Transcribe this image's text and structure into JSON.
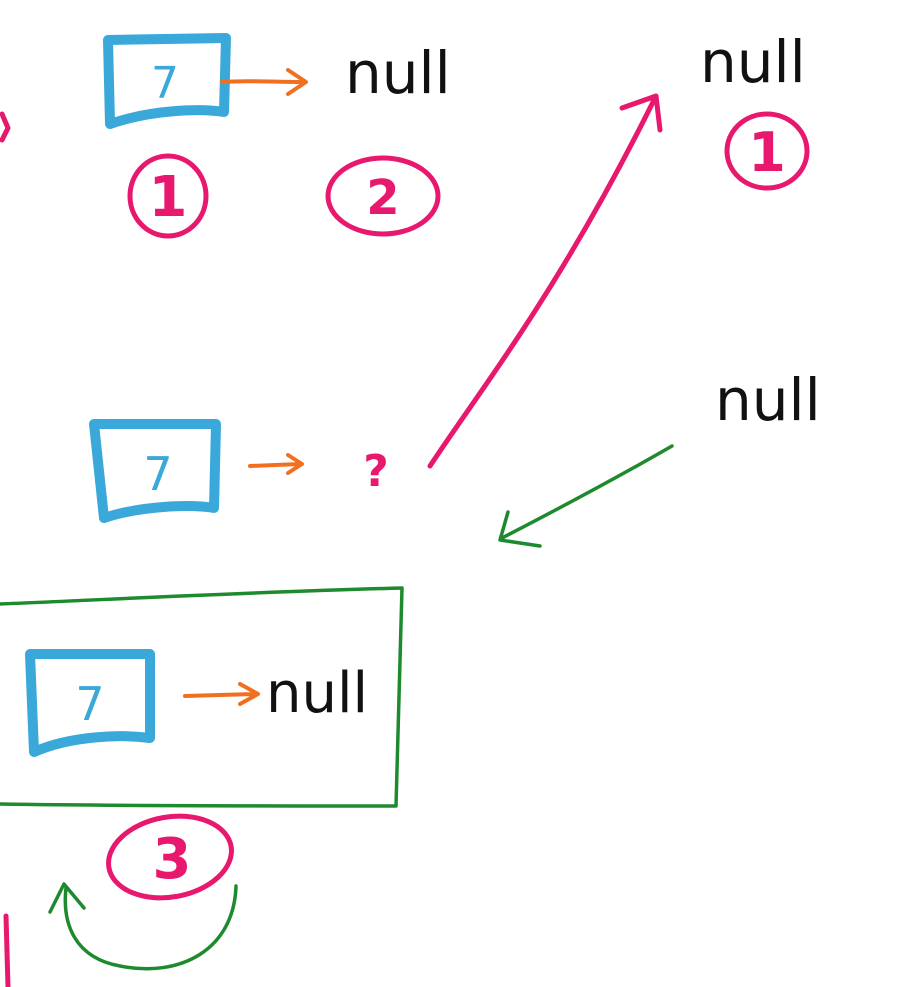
{
  "colors": {
    "node": "#3aa8d8",
    "pointer": "#f07020",
    "circle": "#e8186e",
    "recursion": "#1e8a2e",
    "text": "#111111"
  },
  "diagram": {
    "nodes": [
      {
        "id": "node-top",
        "value": "7",
        "pointer_label": "null"
      },
      {
        "id": "node-mid",
        "value": "7",
        "pointer_label": "?"
      },
      {
        "id": "node-bottom",
        "value": "7",
        "pointer_label": "null"
      }
    ],
    "top_right_null": "null",
    "middle_right_null": "null",
    "step_labels": {
      "one_top": "1",
      "two": "2",
      "one_right": "1",
      "three": "3"
    }
  }
}
